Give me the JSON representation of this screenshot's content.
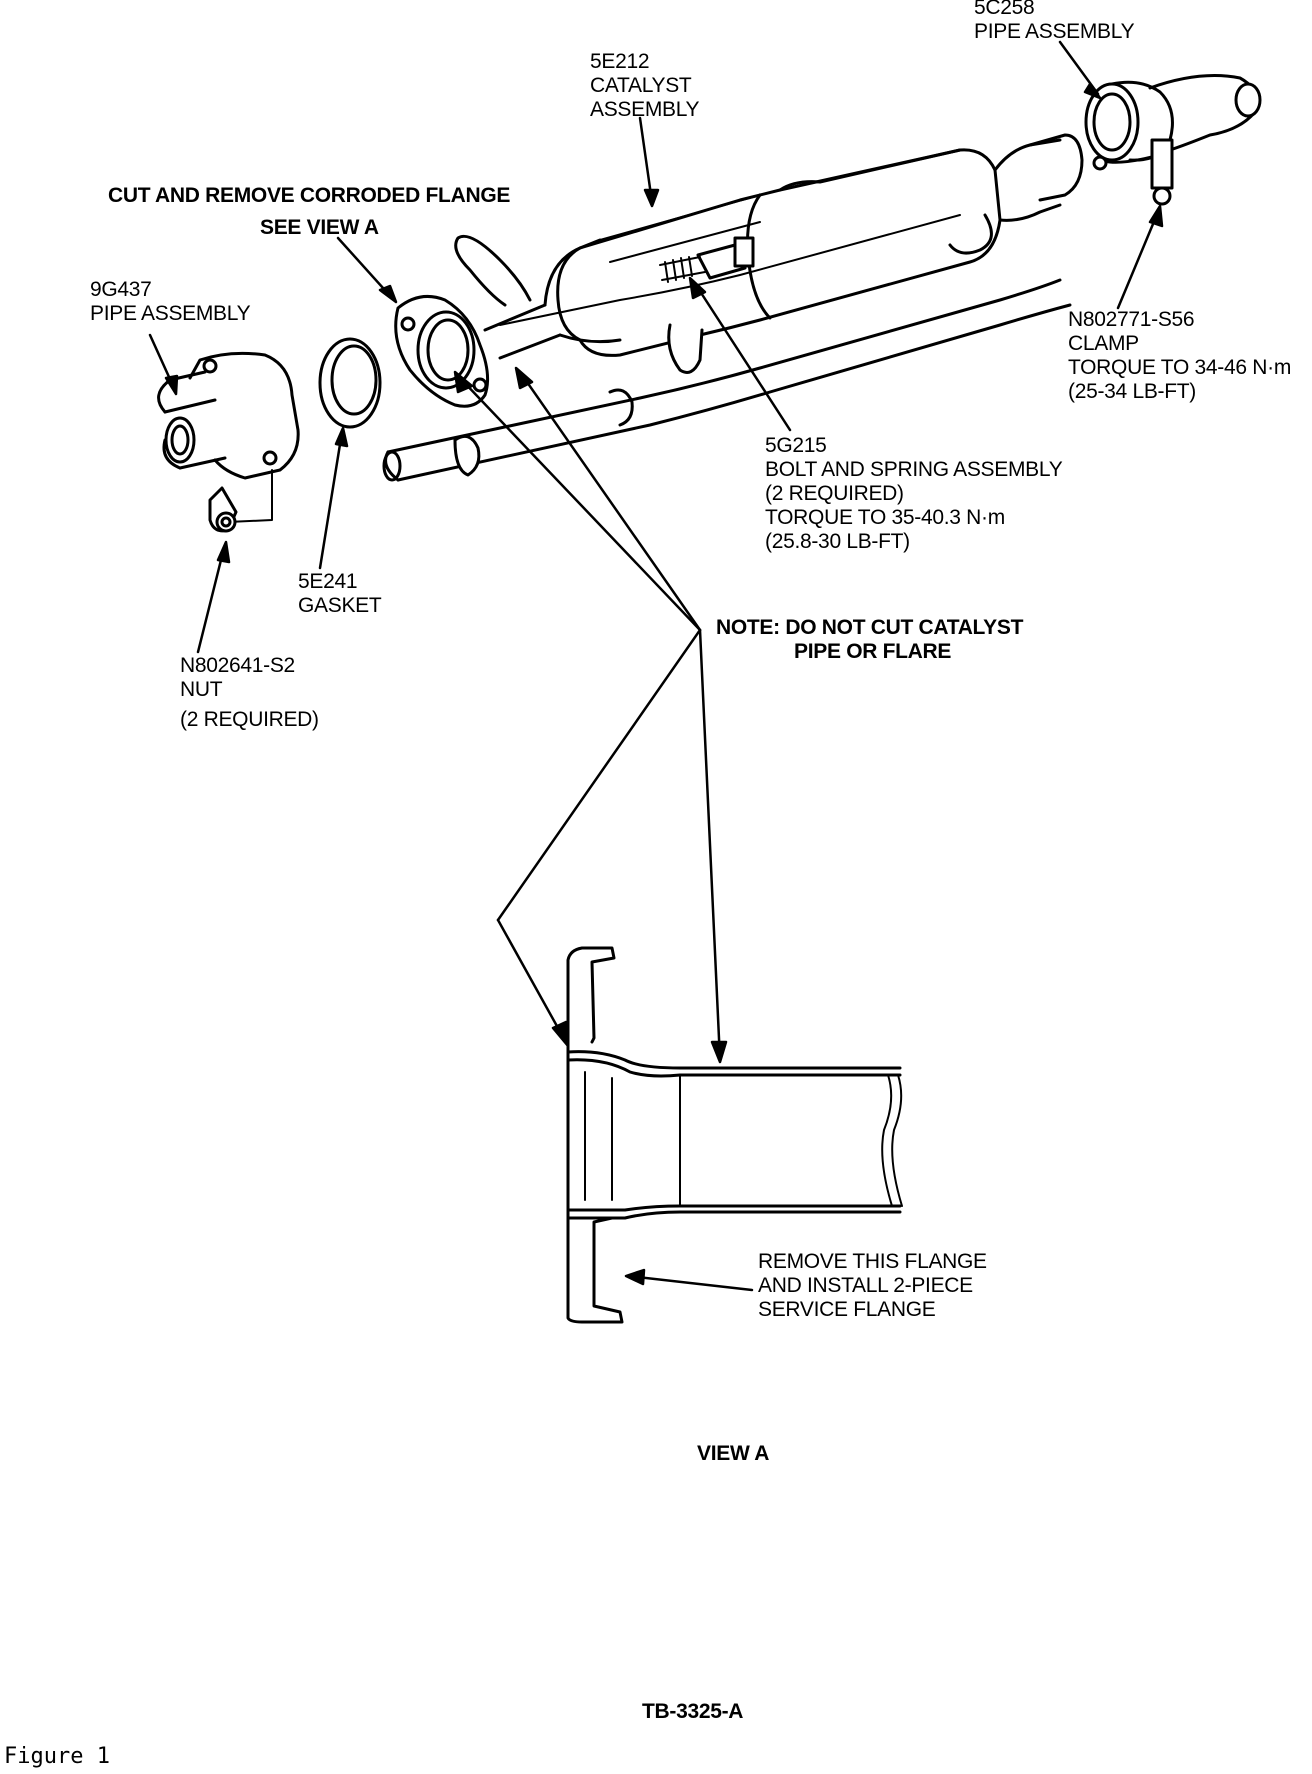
{
  "labels": {
    "pipe_5c258": [
      "5C258",
      "PIPE ASSEMBLY"
    ],
    "catalyst_5e212": [
      "5E212",
      "CATALYST",
      "ASSEMBLY"
    ],
    "cut_remove": "CUT AND REMOVE CORRODED FLANGE",
    "see_view_a": "SEE VIEW A",
    "pipe_9g437": [
      "9G437",
      "PIPE ASSEMBLY"
    ],
    "clamp": [
      "N802771-S56",
      "CLAMP",
      "TORQUE TO 34-46 N·m",
      "(25-34 LB-FT)"
    ],
    "bolt_spring": [
      "5G215",
      "BOLT AND SPRING ASSEMBLY",
      "(2 REQUIRED)",
      "TORQUE TO 35-40.3 N·m",
      "(25.8-30 LB-FT)"
    ],
    "gasket": [
      "5E241",
      "GASKET"
    ],
    "nut": [
      "N802641-S2",
      "NUT",
      "(2 REQUIRED)"
    ],
    "note": [
      "NOTE: DO NOT CUT CATALYST",
      "PIPE OR FLARE"
    ],
    "remove_flange": [
      "REMOVE THIS FLANGE",
      "AND INSTALL 2-PIECE",
      "SERVICE FLANGE"
    ],
    "view_a": "VIEW A",
    "drawing_no": "TB-3325-A"
  },
  "caption": "Figure 1"
}
